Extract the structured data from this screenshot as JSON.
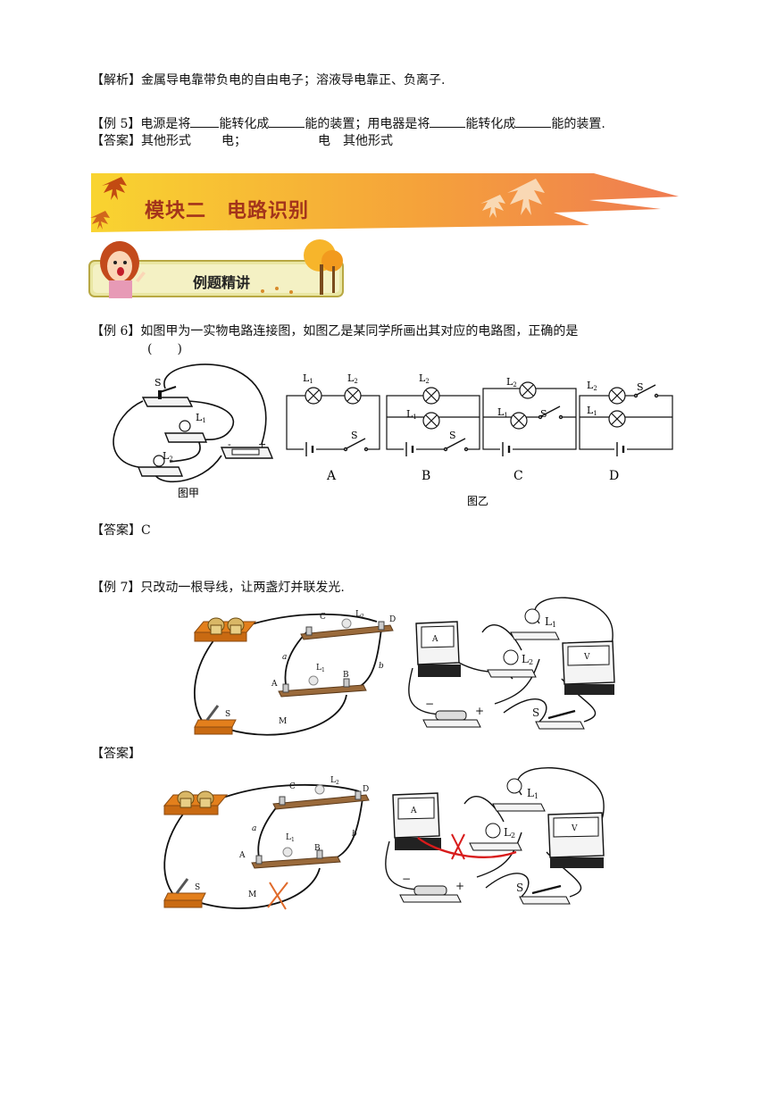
{
  "analysis": {
    "tag": "【解析】",
    "text": "金属导电靠带负电的自由电子；溶液导电靠正、负离子."
  },
  "ex5": {
    "tag": "【例 5】",
    "p1": "电源是将",
    "p2": "能转化成",
    "p3": "能的装置；用电器是将",
    "p4": "能转化成",
    "p5": "能的装置."
  },
  "ans5": {
    "tag": "【答案】",
    "a1": "其他形式",
    "a2": "电；",
    "a3": "电",
    "a4": "其他形式"
  },
  "module": {
    "title": "模块二　电路识别"
  },
  "examples_header": {
    "title": "例题精讲"
  },
  "ex6": {
    "tag": "【例 6】",
    "line1": "如图甲为一实物电路连接图，如图乙是某同学所画出其对应的电路图，正确的是",
    "line2": "(　　)",
    "fig_jia": "图甲",
    "fig_yi": "图乙",
    "options": [
      "A",
      "B",
      "C",
      "D"
    ],
    "labels": {
      "L1": "L",
      "L2": "L",
      "sub1": "1",
      "sub2": "2",
      "S": "S",
      "minus": "-",
      "plus": "+"
    }
  },
  "ans6": {
    "tag": "【答案】",
    "text": "C"
  },
  "ex7": {
    "tag": "【例 7】",
    "text": "只改动一根导线，让两盏灯并联发光.",
    "labels": {
      "A": "A",
      "B": "B",
      "C": "C",
      "D": "D",
      "a": "a",
      "b": "b",
      "M": "M",
      "S": "S",
      "L": "L",
      "sub1": "1",
      "sub2": "2",
      "minus": "−",
      "plus": "+"
    }
  },
  "ans7": {
    "tag": "【答案】"
  },
  "colors": {
    "banner_start": "#f6c21d",
    "banner_end": "#ef7b52",
    "title_red": "#a3341b",
    "wood": "#e37f1c",
    "board": "#9a6a3b",
    "mark": "#e06a2a",
    "wire_red": "#d81b1b"
  }
}
